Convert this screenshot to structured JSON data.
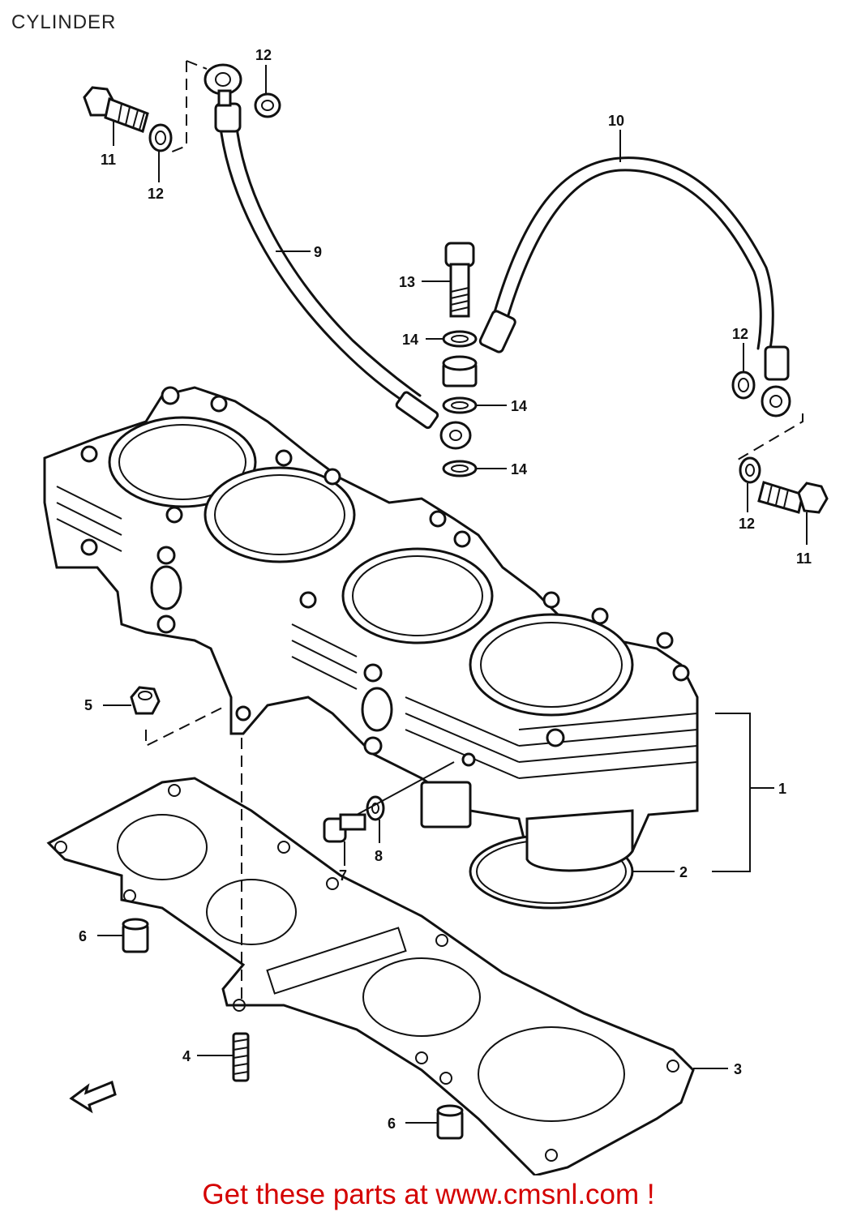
{
  "header": {
    "title": "CYLINDER"
  },
  "footer": {
    "text": "Get these parts at www.cmsnl.com !",
    "color": "#d40000"
  },
  "callouts": {
    "c1": "1",
    "c2": "2",
    "c3": "3",
    "c4": "4",
    "c5": "5",
    "c6a": "6",
    "c6b": "6",
    "c7": "7",
    "c8": "8",
    "c9": "9",
    "c10": "10",
    "c11a": "11",
    "c11b": "11",
    "c12a": "12",
    "c12b": "12",
    "c12c": "12",
    "c12d": "12",
    "c13": "13",
    "c14a": "14",
    "c14b": "14",
    "c14c": "14"
  },
  "icons": {
    "front_arrow": "front-direction-arrow-icon"
  }
}
